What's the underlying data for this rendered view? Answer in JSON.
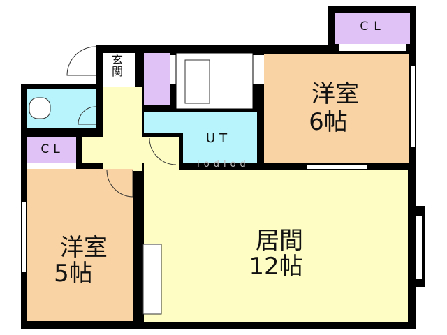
{
  "rooms": {
    "western_6": {
      "name": "洋室",
      "size": "6帖"
    },
    "western_5": {
      "name": "洋室",
      "size": "5帖"
    },
    "living": {
      "name": "居間",
      "size": "12帖"
    },
    "utility": {
      "name": "UT"
    },
    "closet_top": {
      "name": "CL"
    },
    "closet_left": {
      "name": "CL"
    },
    "entrance": {
      "name": "玄関"
    }
  },
  "watermark": "lodlod",
  "colors": {
    "western": "#f9d3a3",
    "living": "#fdfdc4",
    "wet": "#b8f4fb",
    "closet": "#e0c2f7",
    "wall": "#000000"
  }
}
